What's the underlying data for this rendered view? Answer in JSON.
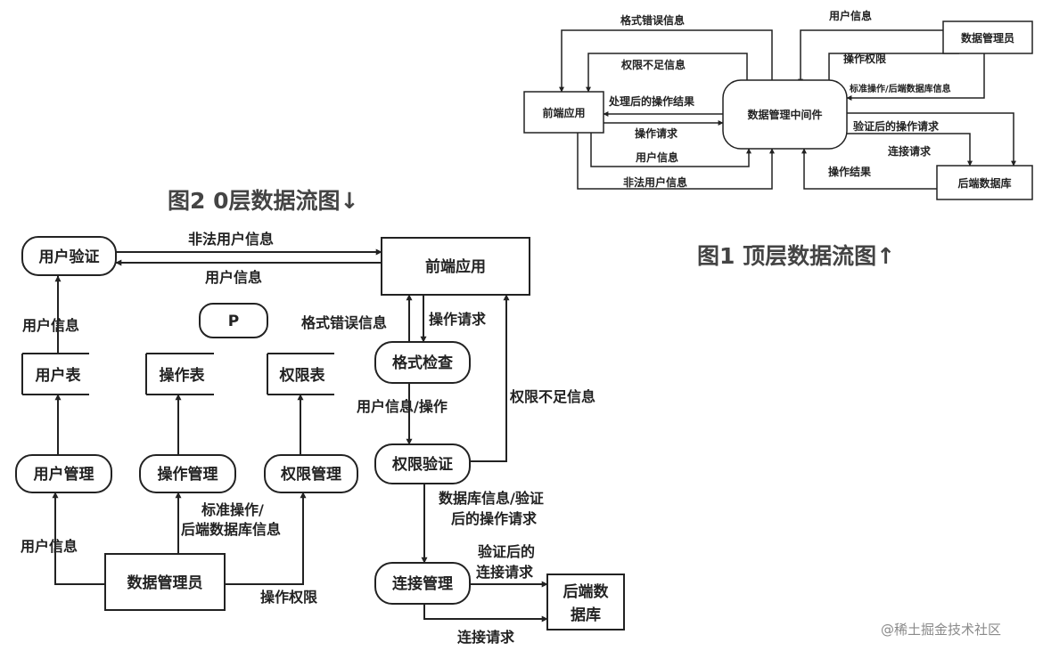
{
  "figure2": {
    "caption": "图2 0层数据流图↓",
    "nodes": {
      "user_auth": "用户验证",
      "front_app": "前端应用",
      "p": "P",
      "format_check": "格式检查",
      "user_table": "用户表",
      "op_table": "操作表",
      "perm_table": "权限表",
      "perm_verify": "权限验证",
      "user_mgmt": "用户管理",
      "op_mgmt": "操作管理",
      "perm_mgmt": "权限管理",
      "data_admin": "数据管理员",
      "conn_mgmt": "连接管理",
      "backend_db": "后端数据库"
    },
    "labels": {
      "illegal_user_info": "非法用户信息",
      "user_info_top": "用户信息",
      "user_info_left": "用户信息",
      "format_error": "格式错误信息",
      "op_request": "操作请求",
      "user_info_op": "用户信息/操作",
      "perm_insufficient": "权限不足信息",
      "db_info_verified": "数据库信息/验证后的操作请求",
      "std_op_backend": "标准操作/后端数据库信息",
      "user_info_bottom": "用户信息",
      "op_permission": "操作权限",
      "verified_conn": "验证后的连接请求",
      "conn_request": "连接请求"
    }
  },
  "figure1": {
    "caption": "图1 顶层数据流图↑",
    "nodes": {
      "front_app": "前端应用",
      "middleware": "数据管理中间件",
      "data_admin": "数据管理员",
      "backend_db": "后端数据库"
    },
    "labels": {
      "format_error": "格式错误信息",
      "perm_insufficient": "权限不足信息",
      "processed_result": "处理后的操作结果",
      "op_request": "操作请求",
      "user_info": "用户信息",
      "illegal_user_info": "非法用户信息",
      "admin_user_info": "用户信息",
      "op_permission": "操作权限",
      "std_op_backend": "标准操作/后端数据库信息",
      "verified_op_request": "验证后的操作请求",
      "conn_request": "连接请求",
      "op_result": "操作结果"
    }
  },
  "watermark": "@稀土掘金技术社区"
}
